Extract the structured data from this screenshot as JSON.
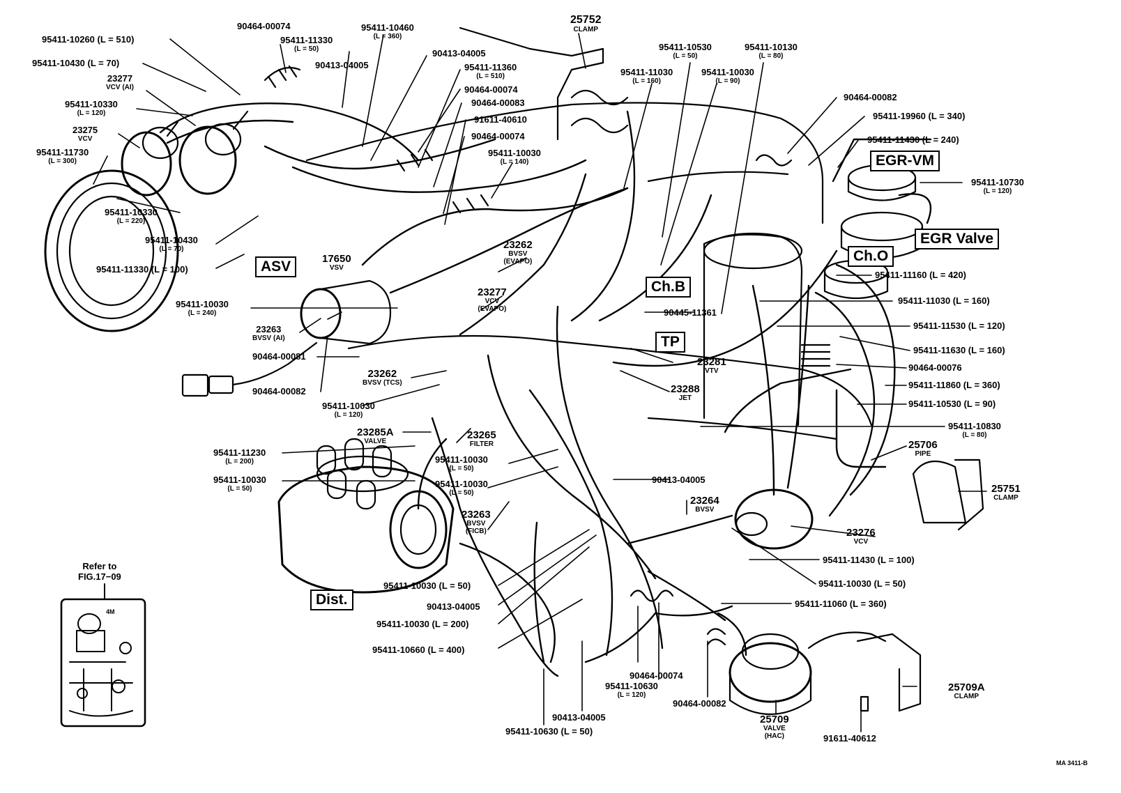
{
  "figure_code": "MA 3411-B",
  "refer_note": {
    "line1": "Refer to",
    "line2": "FIG.17−09",
    "inset_mark": "4M"
  },
  "boxes": {
    "asv": "ASV",
    "egr_vm": "EGR-VM",
    "egr_valve": "EGR Valve",
    "ch_o": "Ch.O",
    "ch_b": "Ch.B",
    "tp": "TP",
    "dist": "Dist."
  },
  "labels": [
    {
      "id": "l1",
      "pn": "95411-10260 (L = 510)"
    },
    {
      "id": "l2",
      "pn": "95411-10430 (L = 70)"
    },
    {
      "id": "l3",
      "pn": "23277",
      "sub": "VCV (AI)"
    },
    {
      "id": "l4",
      "pn": "95411-10330",
      "sub": "(L = 120)"
    },
    {
      "id": "l5",
      "pn": "23275",
      "sub": "VCV"
    },
    {
      "id": "l6",
      "pn": "95411-11730",
      "sub": "(L = 300)"
    },
    {
      "id": "l7",
      "pn": "95411-10330",
      "sub": "(L = 220)"
    },
    {
      "id": "l8",
      "pn": "95411-10430",
      "sub": "(L = 70)"
    },
    {
      "id": "l9",
      "pn": "95411-11330 (L = 100)"
    },
    {
      "id": "l10",
      "pn": "95411-10030",
      "sub": "(L = 240)"
    },
    {
      "id": "l11",
      "pn": "23263",
      "sub": "BVSV (AI)"
    },
    {
      "id": "l12",
      "pn": "90464-00081"
    },
    {
      "id": "l13",
      "pn": "90464-00082"
    },
    {
      "id": "l14",
      "pn": "90464-00074"
    },
    {
      "id": "l15",
      "pn": "95411-11330",
      "sub": "(L = 50)"
    },
    {
      "id": "l16",
      "pn": "90413-04005"
    },
    {
      "id": "l17",
      "pn": "95411-10460",
      "sub": "(L = 360)"
    },
    {
      "id": "l18",
      "pn": "90413-04005"
    },
    {
      "id": "l19",
      "pn": "95411-11360",
      "sub": "(L = 510)"
    },
    {
      "id": "l20",
      "pn": "90464-00074"
    },
    {
      "id": "l21",
      "pn": "90464-00083"
    },
    {
      "id": "l22",
      "pn": "91611-40610"
    },
    {
      "id": "l23",
      "pn": "90464-00074"
    },
    {
      "id": "l24",
      "pn": "95411-10030",
      "sub": "(L = 140)"
    },
    {
      "id": "l25",
      "pn": "25752",
      "sub": "CLAMP"
    },
    {
      "id": "l26",
      "pn": "95411-10530",
      "sub": "(L = 50)"
    },
    {
      "id": "l27",
      "pn": "95411-10130",
      "sub": "(L = 80)"
    },
    {
      "id": "l28",
      "pn": "95411-11030",
      "sub": "(L = 160)"
    },
    {
      "id": "l29",
      "pn": "95411-10030",
      "sub": "(L = 90)"
    },
    {
      "id": "l30",
      "pn": "90464-00082"
    },
    {
      "id": "l31",
      "pn": "95411-19960 (L = 340)"
    },
    {
      "id": "l32",
      "pn": "95411-11430 (L = 240)"
    },
    {
      "id": "l33",
      "pn": "95411-10730",
      "sub": "(L = 120)"
    },
    {
      "id": "l34",
      "pn": "95411-11160 (L = 420)"
    },
    {
      "id": "l35",
      "pn": "95411-11030 (L = 160)"
    },
    {
      "id": "l36",
      "pn": "95411-11530 (L = 120)"
    },
    {
      "id": "l37",
      "pn": "95411-11630 (L = 160)"
    },
    {
      "id": "l38",
      "pn": "90464-00076"
    },
    {
      "id": "l39",
      "pn": "95411-11860 (L = 360)"
    },
    {
      "id": "l40",
      "pn": "95411-10530 (L = 90)"
    },
    {
      "id": "l41",
      "pn": "95411-10830",
      "sub": "(L = 80)"
    },
    {
      "id": "l42",
      "pn": "25706",
      "sub": "PIPE"
    },
    {
      "id": "l43",
      "pn": "25751",
      "sub": "CLAMP"
    },
    {
      "id": "l44",
      "pn": "23276",
      "sub": "VCV"
    },
    {
      "id": "l45",
      "pn": "95411-11430 (L = 100)"
    },
    {
      "id": "l46",
      "pn": "95411-10030 (L = 50)"
    },
    {
      "id": "l47",
      "pn": "95411-11060 (L = 360)"
    },
    {
      "id": "l48",
      "pn": "25709A",
      "sub": "CLAMP"
    },
    {
      "id": "l49",
      "pn": "91611-40612"
    },
    {
      "id": "l50",
      "pn": "25709",
      "sub": "VALVE",
      "sub2": "(HAC)"
    },
    {
      "id": "l51",
      "pn": "90464-00082"
    },
    {
      "id": "l52",
      "pn": "95411-10630",
      "sub": "(L = 120)"
    },
    {
      "id": "l53",
      "pn": "90464-00074"
    },
    {
      "id": "l54",
      "pn": "90413-04005"
    },
    {
      "id": "l55",
      "pn": "95411-10630 (L = 50)"
    },
    {
      "id": "l56",
      "pn": "95411-10660 (L = 400)"
    },
    {
      "id": "l57",
      "pn": "95411-10030 (L = 200)"
    },
    {
      "id": "l58",
      "pn": "90413-04005"
    },
    {
      "id": "l59",
      "pn": "95411-10030 (L = 50)"
    },
    {
      "id": "l60",
      "pn": "23263",
      "sub": "BVSV",
      "sub2": "(FICB)"
    },
    {
      "id": "l61",
      "pn": "95411-10030",
      "sub": "(L = 50)"
    },
    {
      "id": "l62",
      "pn": "95411-10030",
      "sub": "(L = 50)"
    },
    {
      "id": "l63",
      "pn": "95411-11230",
      "sub": "(L = 200)"
    },
    {
      "id": "l64",
      "pn": "95411-10030",
      "sub": "(L = 50)"
    },
    {
      "id": "l65",
      "pn": "23285A",
      "sub": "VALVE"
    },
    {
      "id": "l66",
      "pn": "23265",
      "sub": "FILTER"
    },
    {
      "id": "l67",
      "pn": "95411-10030",
      "sub": "(L = 120)"
    },
    {
      "id": "l68",
      "pn": "23262",
      "sub": "BVSV (TCS)"
    },
    {
      "id": "l69",
      "pn": "17650",
      "sub": "VSV"
    },
    {
      "id": "l70",
      "pn": "23262",
      "sub": "BVSV",
      "sub2": "(EVAPO)"
    },
    {
      "id": "l71",
      "pn": "23277",
      "sub": "VCV",
      "sub2": "(EVAPO)"
    },
    {
      "id": "l72",
      "pn": "90445-11361"
    },
    {
      "id": "l73",
      "pn": "23281",
      "sub": "VTV"
    },
    {
      "id": "l74",
      "pn": "23288",
      "sub": "JET"
    },
    {
      "id": "l75",
      "pn": "90413-04005"
    },
    {
      "id": "l76",
      "pn": "23264",
      "sub": "BVSV"
    }
  ]
}
